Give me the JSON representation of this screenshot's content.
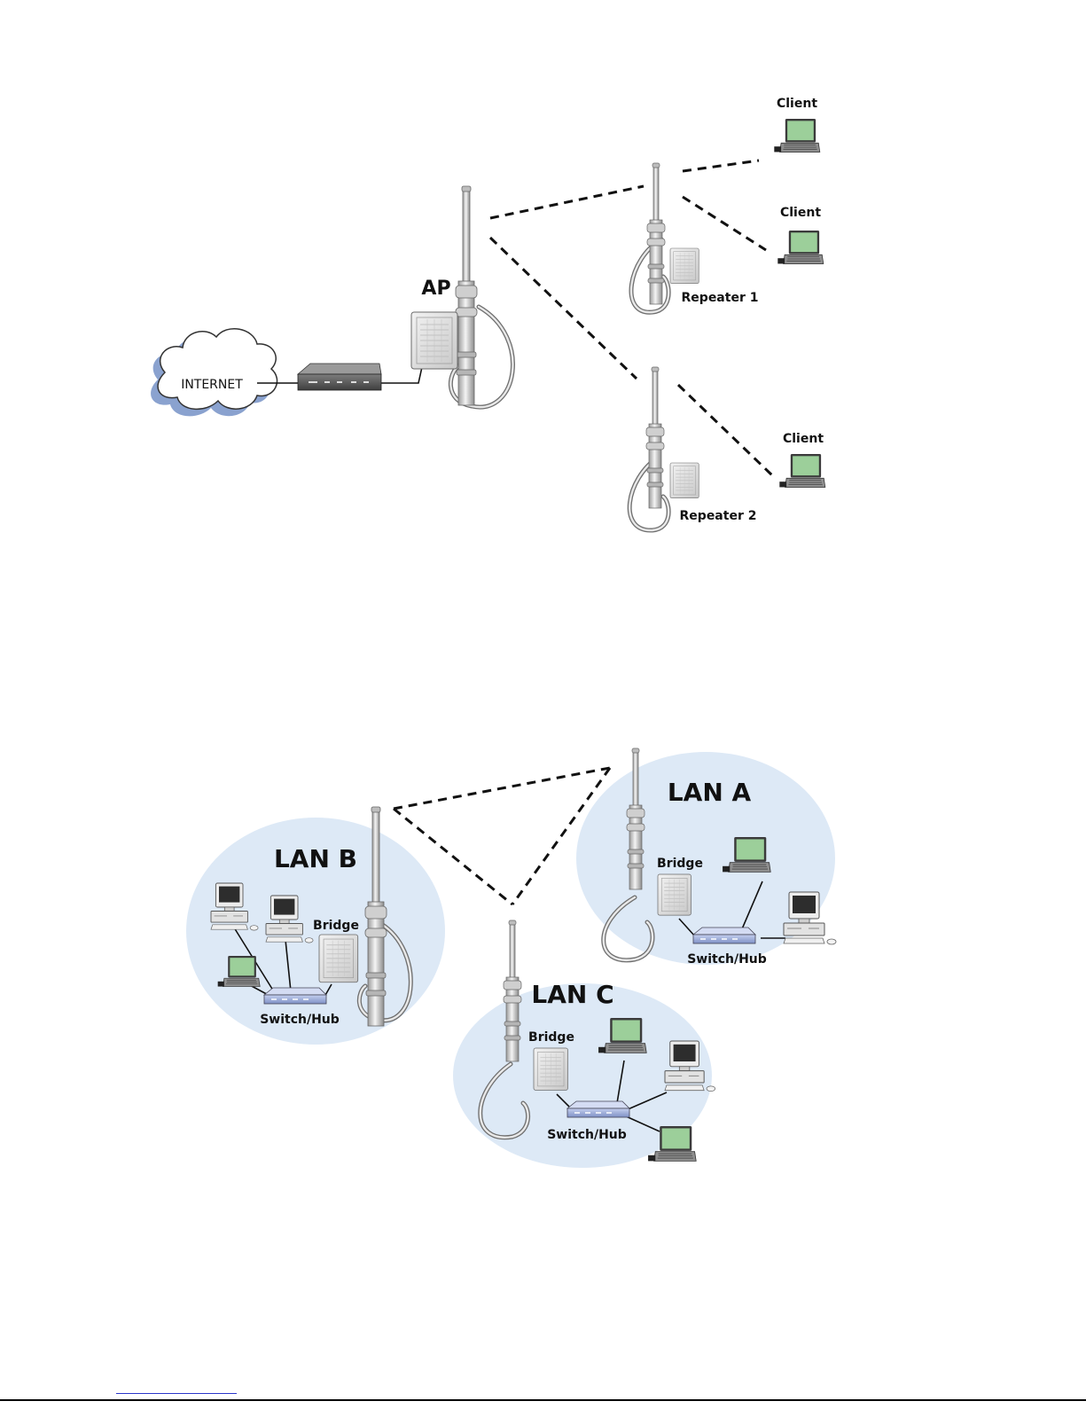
{
  "diagram_top": {
    "cloud_label": "INTERNET",
    "ap_label": "AP",
    "repeater1_label": "Repeater 1",
    "repeater2_label": "Repeater 2",
    "client_label": "Client"
  },
  "diagram_bottom": {
    "lan_a_label": "LAN A",
    "lan_b_label": "LAN B",
    "lan_c_label": "LAN C",
    "bridge_label": "Bridge",
    "switch_label": "Switch/Hub"
  },
  "colors": {
    "lan_bubble": "#dde9f6",
    "laptop_screen": "#9ccf9a",
    "cloud_fill": "#ffffff",
    "cloud_shadow": "#8aa2cf",
    "switch_fill": "#9fb1dd"
  }
}
